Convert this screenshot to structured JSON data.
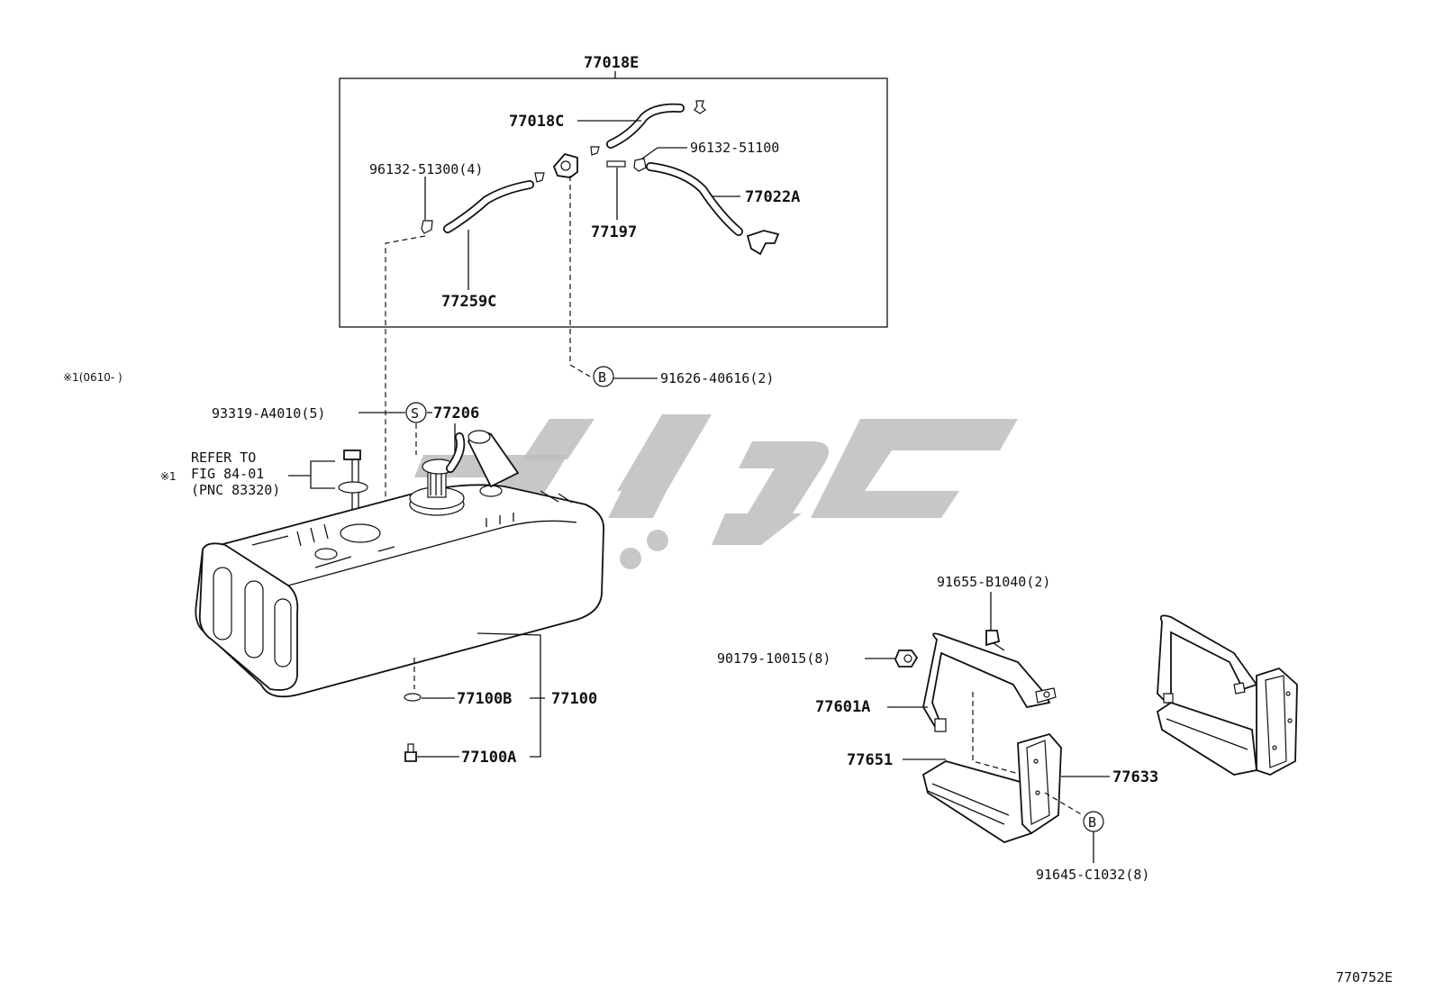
{
  "labels": {
    "assembly_box": "77018E",
    "hose_top": "77018C",
    "clip_left": "96132-51300(4)",
    "clip_right": "96132-51100",
    "hose_right": "77022A",
    "joint": "77197",
    "hose_left": "77259C",
    "bolt_b_top": "91626-40616(2)",
    "note_range": "※1(0610-      )",
    "gasket_s": "93319-A4010(5)",
    "pump": "77206",
    "refer_line1": "REFER TO",
    "refer_line2": "FIG 84-01",
    "refer_line3": "(PNC 83320)",
    "refer_mark": "※1",
    "tank": "77100",
    "tank_gasket": "77100B",
    "tank_plug": "77100A",
    "band_bolt": "91655-B1040(2)",
    "nut": "90179-10015(8)",
    "band": "77601A",
    "protector": "77651",
    "bracket": "77633",
    "bolt_b_bottom": "91645-C1032(8)",
    "figure_id": "770752E",
    "callout_s": "S",
    "callout_b": "B"
  },
  "colors": {
    "line": "#111111",
    "watermark": "#bdbdbd"
  }
}
